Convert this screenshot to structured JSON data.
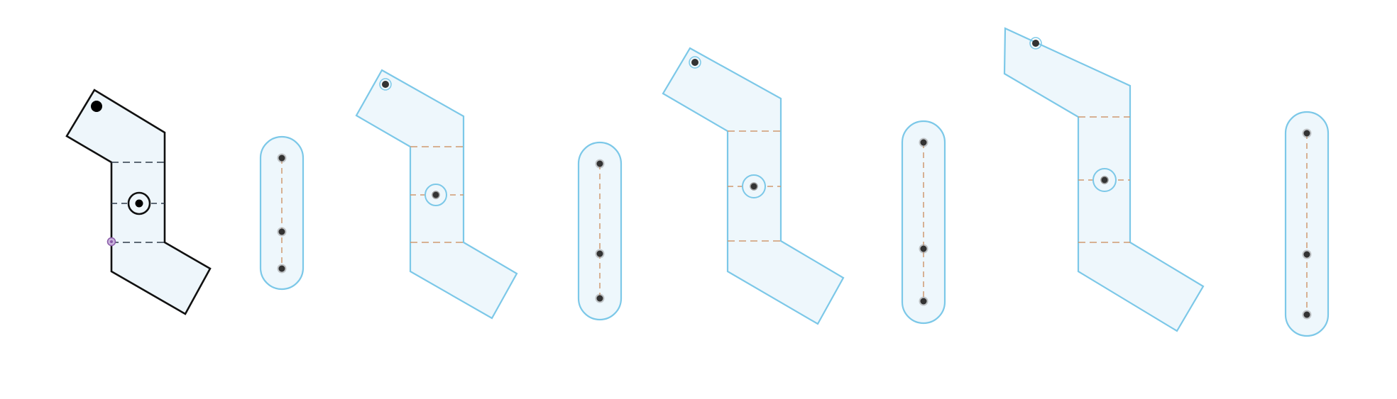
{
  "colors": {
    "background": "#ffffff",
    "selected_stroke": "#111111",
    "selected_fill": "#eef6fb",
    "stroke": "#7cc8e8",
    "fill": "#eef7fc",
    "fold_line_selected": "#2f3b4a",
    "fold_line": "#cf9a70",
    "pin": "#333333",
    "snap_point": "#8a5ca8"
  },
  "icons": {
    "pin": "pin-icon",
    "hub": "hub-ring-icon",
    "snap_point": "snap-point-icon"
  },
  "pieces": [
    {
      "name": "piece-1",
      "selected": true
    },
    {
      "name": "piece-2",
      "selected": false
    },
    {
      "name": "piece-3",
      "selected": false
    },
    {
      "name": "piece-4",
      "selected": false
    }
  ],
  "slots": [
    {
      "name": "slot-1"
    },
    {
      "name": "slot-2"
    },
    {
      "name": "slot-3"
    },
    {
      "name": "slot-4"
    }
  ]
}
